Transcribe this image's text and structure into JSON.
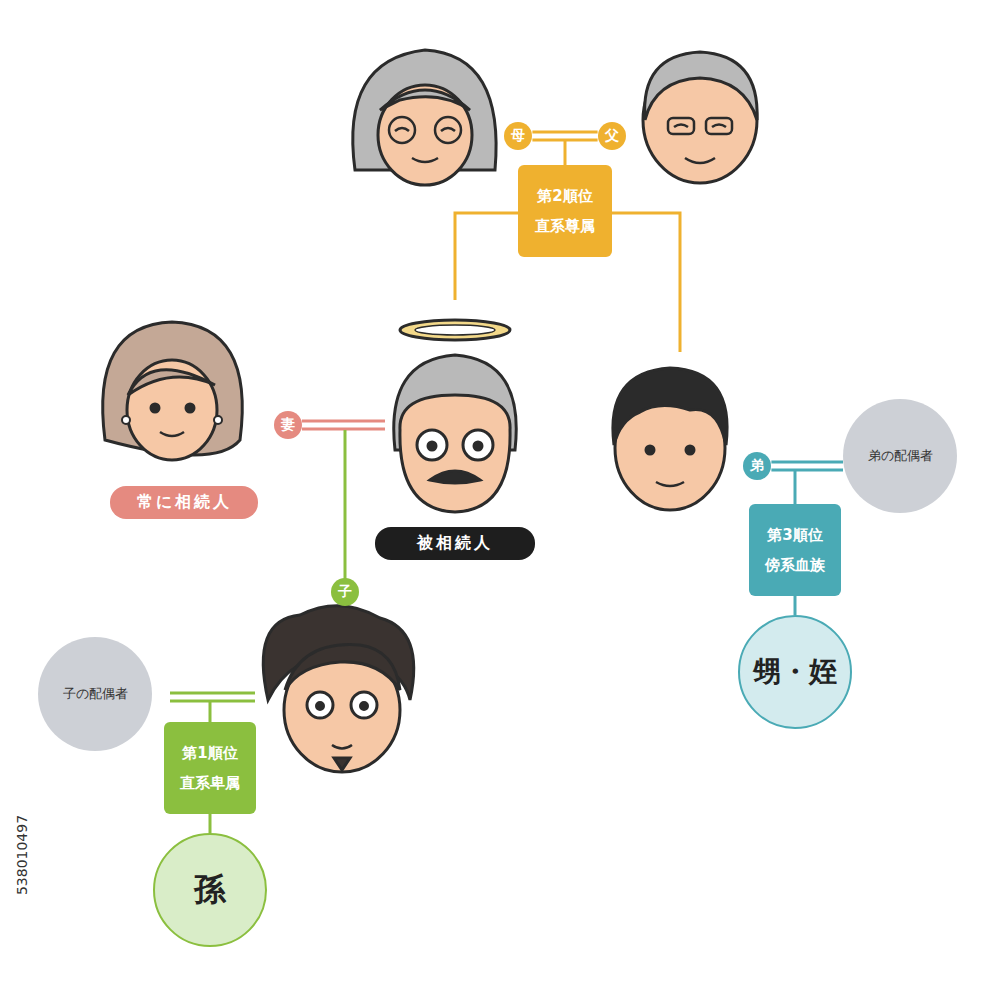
{
  "diagram": {
    "nodes": [
      {
        "text": [
          "母"
        ]
      },
      {
        "text": [
          "父"
        ]
      },
      {
        "text": [
          "第2順位",
          "直系尊属"
        ]
      },
      {
        "text": [
          "妻"
        ]
      },
      {
        "text": [
          "常に相続人"
        ]
      },
      {
        "text": [
          "被相続人"
        ]
      },
      {
        "text": [
          "弟"
        ]
      },
      {
        "text": [
          "弟の配偶者"
        ]
      },
      {
        "text": [
          "第3順位",
          "傍系血族"
        ]
      },
      {
        "text": [
          "子"
        ]
      },
      {
        "text": [
          "子の配偶者"
        ]
      },
      {
        "text": [
          "第1順位",
          "直系卑属"
        ]
      },
      {
        "text": [
          "甥・姪"
        ]
      },
      {
        "text": [
          "孫"
        ]
      }
    ],
    "edges": [
      {
        "from": 0,
        "to": 1,
        "arrow": "none"
      },
      {
        "from": 6,
        "to": 7,
        "arrow": "none"
      },
      {
        "from": 8,
        "to": 12,
        "arrow": "none"
      },
      {
        "from": 11,
        "to": 13,
        "arrow": "none"
      }
    ],
    "labels": [
      "538010497"
    ]
  }
}
